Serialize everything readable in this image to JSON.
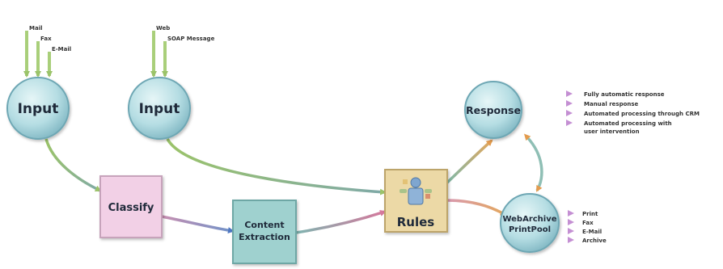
{
  "nodes": {
    "input_left": {
      "label": "Input"
    },
    "input_mid": {
      "label": "Input"
    },
    "classify": {
      "label": "Classify"
    },
    "content_extraction": {
      "line1": "Content",
      "line2": "Extraction"
    },
    "rules": {
      "label": "Rules"
    },
    "response": {
      "label": "Response"
    },
    "webarchive": {
      "line1": "WebArchive",
      "line2": "PrintPool"
    }
  },
  "input_left_channels": [
    "Mail",
    "Fax",
    "E-Mail"
  ],
  "input_mid_channels": [
    "Web",
    "SOAP Message"
  ],
  "response_outputs": [
    "Fully automatic response",
    "Manual response",
    "Automated processing through CRM",
    "Automated processing with",
    "user intervention"
  ],
  "webarchive_outputs": [
    "Print",
    "Fax",
    "E-Mail",
    "Archive"
  ],
  "colors": {
    "circle_fill": "#b9dfe4",
    "circle_stroke": "#6ea7b4",
    "classify_fill": "#f2d0e6",
    "content_fill": "#9fd1cf",
    "rules_fill": "#ecd9a6",
    "output_arrow": "#b98fcb",
    "input_arrow": "#9bc36a"
  }
}
